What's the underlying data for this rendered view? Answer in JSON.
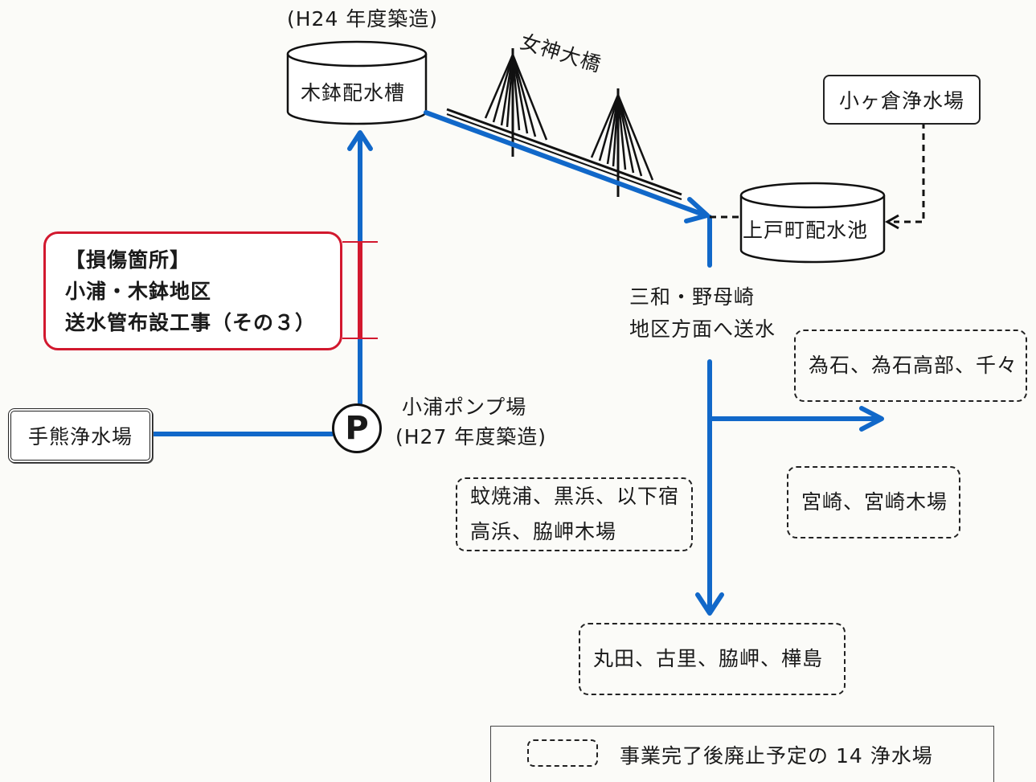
{
  "colors": {
    "pipe": "#1168c9",
    "damage_border": "#d2182e",
    "damage_ticks": "#d2182e",
    "line": "#111111"
  },
  "labels": {
    "kibachi_built": "(H24 年度築造)",
    "bridge": "女神大橋",
    "pump_built": "(H27 年度築造)",
    "pump_station": "小浦ポンプ場",
    "direction_line1": "三和・野母崎",
    "direction_line2": "地区方面へ送水"
  },
  "tanks": {
    "kibachi": "木鉢配水槽",
    "kamitobe": "上戸町配水池"
  },
  "plants": {
    "teguma": "手熊浄水場",
    "kokura": "小ヶ倉浄水場"
  },
  "pump_symbol": "P",
  "damage": {
    "title": "【損傷箇所】",
    "line1": "小浦・木鉢地区",
    "line2": "送水管布設工事（その３）"
  },
  "dashed_boxes": {
    "tameishi": "為石、為石高部、千々",
    "kabayaki_line1": "蚊焼浦、黒浜、以下宿",
    "kabayaki_line2": "高浜、脇岬木場",
    "miyazaki": "宮崎、宮崎木場",
    "maruta": "丸田、古里、脇岬、樺島"
  },
  "legend": {
    "text": "事業完了後廃止予定の 14 浄水場"
  }
}
